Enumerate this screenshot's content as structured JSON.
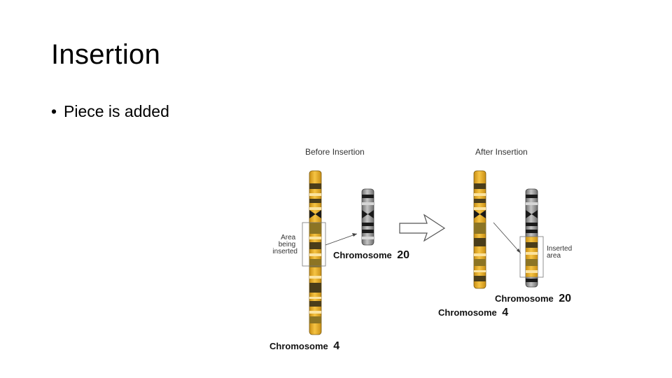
{
  "slide": {
    "title": "Insertion",
    "bullets": [
      {
        "marker": "•",
        "text": "Piece is added"
      }
    ]
  },
  "diagram": {
    "before_heading": "Before Insertion",
    "after_heading": "After Insertion",
    "area_label_lines": [
      "Area",
      "being",
      "inserted"
    ],
    "inserted_label_lines": [
      "Inserted",
      "area"
    ],
    "chromosome_word": "Chromosome",
    "chr4_number": "4",
    "chr20_number": "20",
    "colors": {
      "band_gold": "#f0b72e",
      "band_pale": "#fbe3a0",
      "band_dark": "#4a3d1a",
      "band_olive": "#8c7424",
      "band_gray": "#9a9a9a",
      "band_light_gray": "#d6d6d6",
      "band_black": "#1a1a1a",
      "arrow_outline": "#555555"
    }
  }
}
